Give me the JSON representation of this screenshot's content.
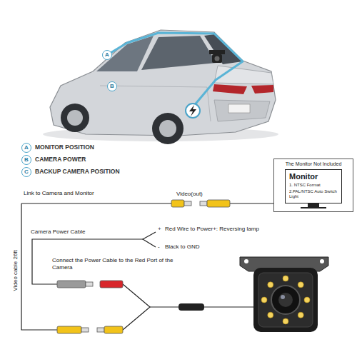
{
  "diagram": {
    "nodes": [
      {
        "text": [
          "The Monitor Not Included"
        ]
      },
      {
        "text": [
          "Monitor",
          "1. NTSC Format",
          "2.PAL/NTSC Auto Switch Light"
        ],
        "in": 0
      }
    ],
    "labels": [
      "A",
      "MONITOR POSITION",
      "B",
      "CAMERA POWER",
      "C",
      "BACKUP CAMERA POSITION",
      "A",
      "B",
      "Link to Camera and Monitor",
      "Video(out)",
      "Camera Power Cable",
      "+",
      "Red Wire to Power+: Reversing lamp",
      "-",
      "Black to GND",
      "Connect the Power Cable to the Red Port of the Camera",
      "Video cable 26ft"
    ]
  }
}
